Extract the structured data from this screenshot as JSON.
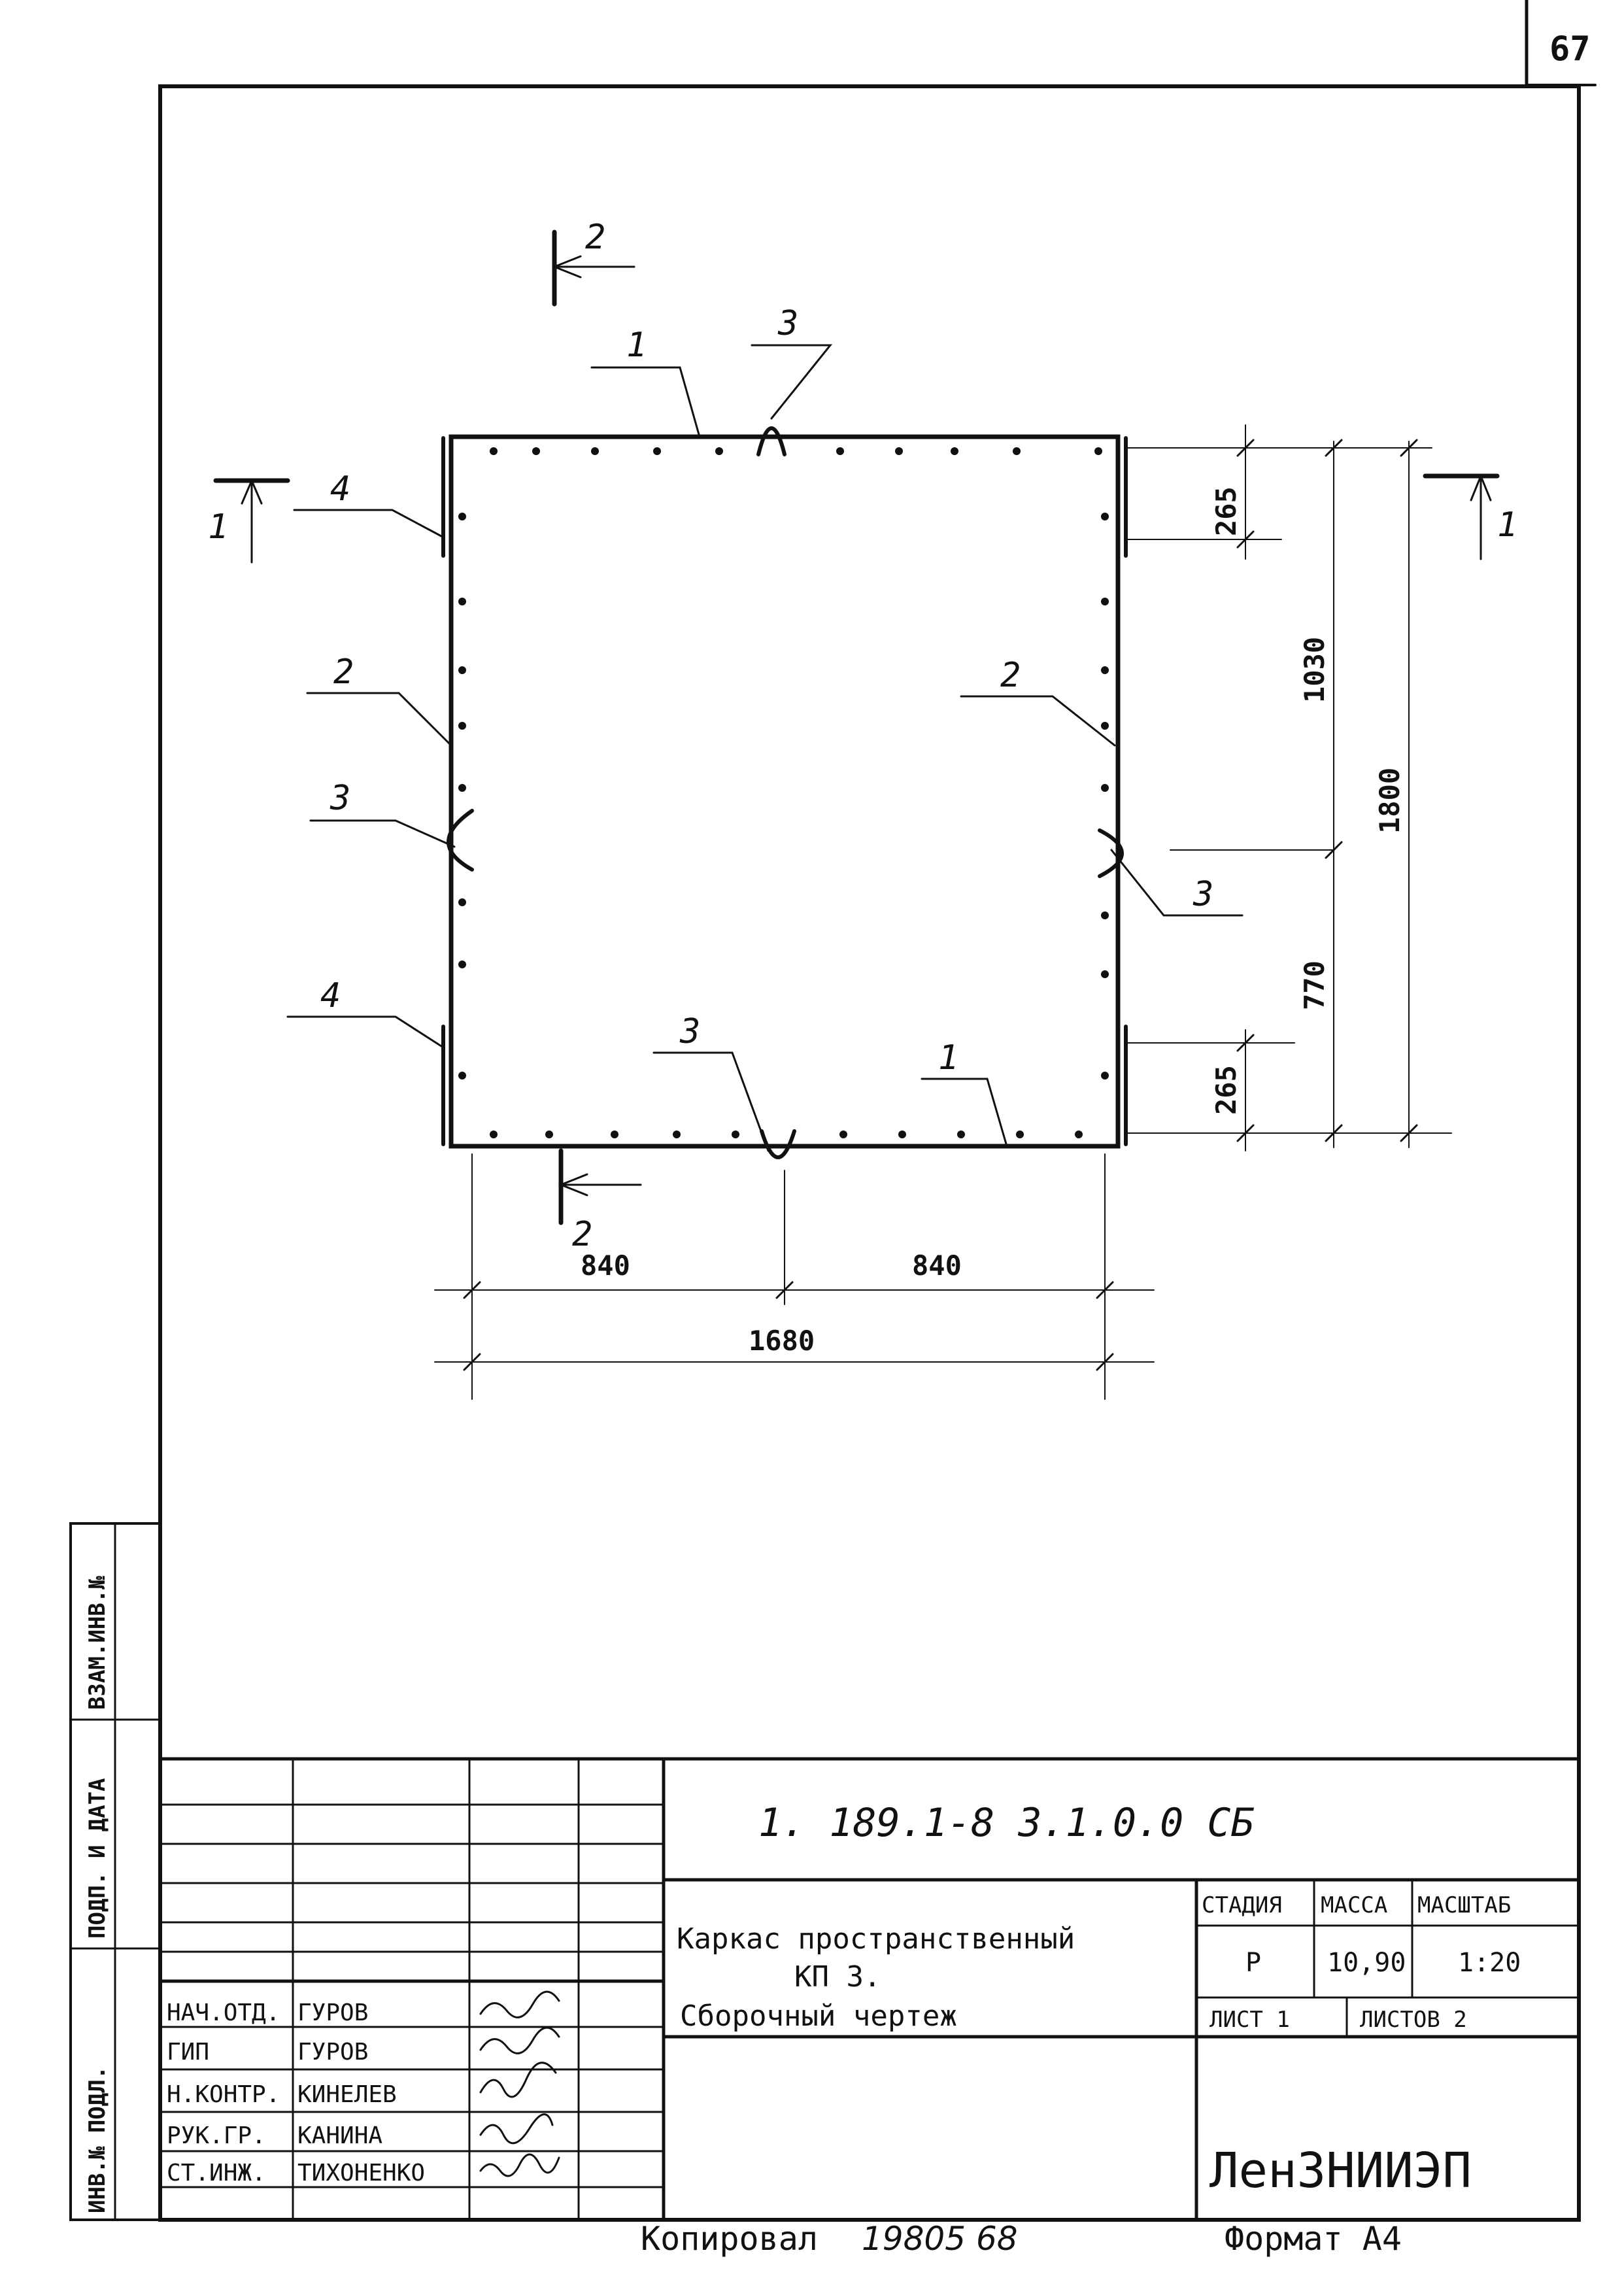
{
  "sheet_number": "67",
  "drawing": {
    "callouts": {
      "frame": "1",
      "side": "2",
      "loop": "3",
      "plate": "4"
    },
    "section_marks": {
      "section_1": "1",
      "section_2": "2"
    },
    "dimensions": {
      "top_offset": "265",
      "bottom_offset": "265",
      "upper_height": "1030",
      "lower_height": "770",
      "total_height": "1800",
      "left_half_width": "840",
      "right_half_width": "840",
      "total_width": "1680"
    }
  },
  "side_stamp": {
    "col1": "ИНВ.№ ПОДЛ.",
    "col2": "ПОДП. И ДАТА",
    "col3": "ВЗАМ.ИНВ.№"
  },
  "title_block": {
    "designation": "1. 189.1-8  3.1.0.0 СБ",
    "title_line1": "Каркас пространственный",
    "title_line2": "КП 3.",
    "title_line3": "Сборочный  чертеж",
    "stage_label": "СТАДИЯ",
    "mass_label": "МАССА",
    "scale_label": "МАСШТАБ",
    "stage_value": "Р",
    "mass_value": "10,90",
    "scale_value": "1:20",
    "sheet_label": "ЛИСТ 1",
    "sheets_label": "ЛИСТОВ 2",
    "organization": "ЛенЗНИИЭП",
    "signatures": [
      {
        "role": "НАЧ.ОТД.",
        "name": "ГУРОВ"
      },
      {
        "role": "ГИП",
        "name": "ГУРОВ"
      },
      {
        "role": "Н.КОНТР.",
        "name": "КИНЕЛЕВ"
      },
      {
        "role": "РУК.ГР.",
        "name": "КАНИНА"
      },
      {
        "role": "СТ.ИНЖ.",
        "name": "ТИХОНЕНКО"
      }
    ]
  },
  "footer": {
    "copied_by_label": "Копировал",
    "copy_number": "19805 68",
    "format_label": "Формат А4"
  }
}
